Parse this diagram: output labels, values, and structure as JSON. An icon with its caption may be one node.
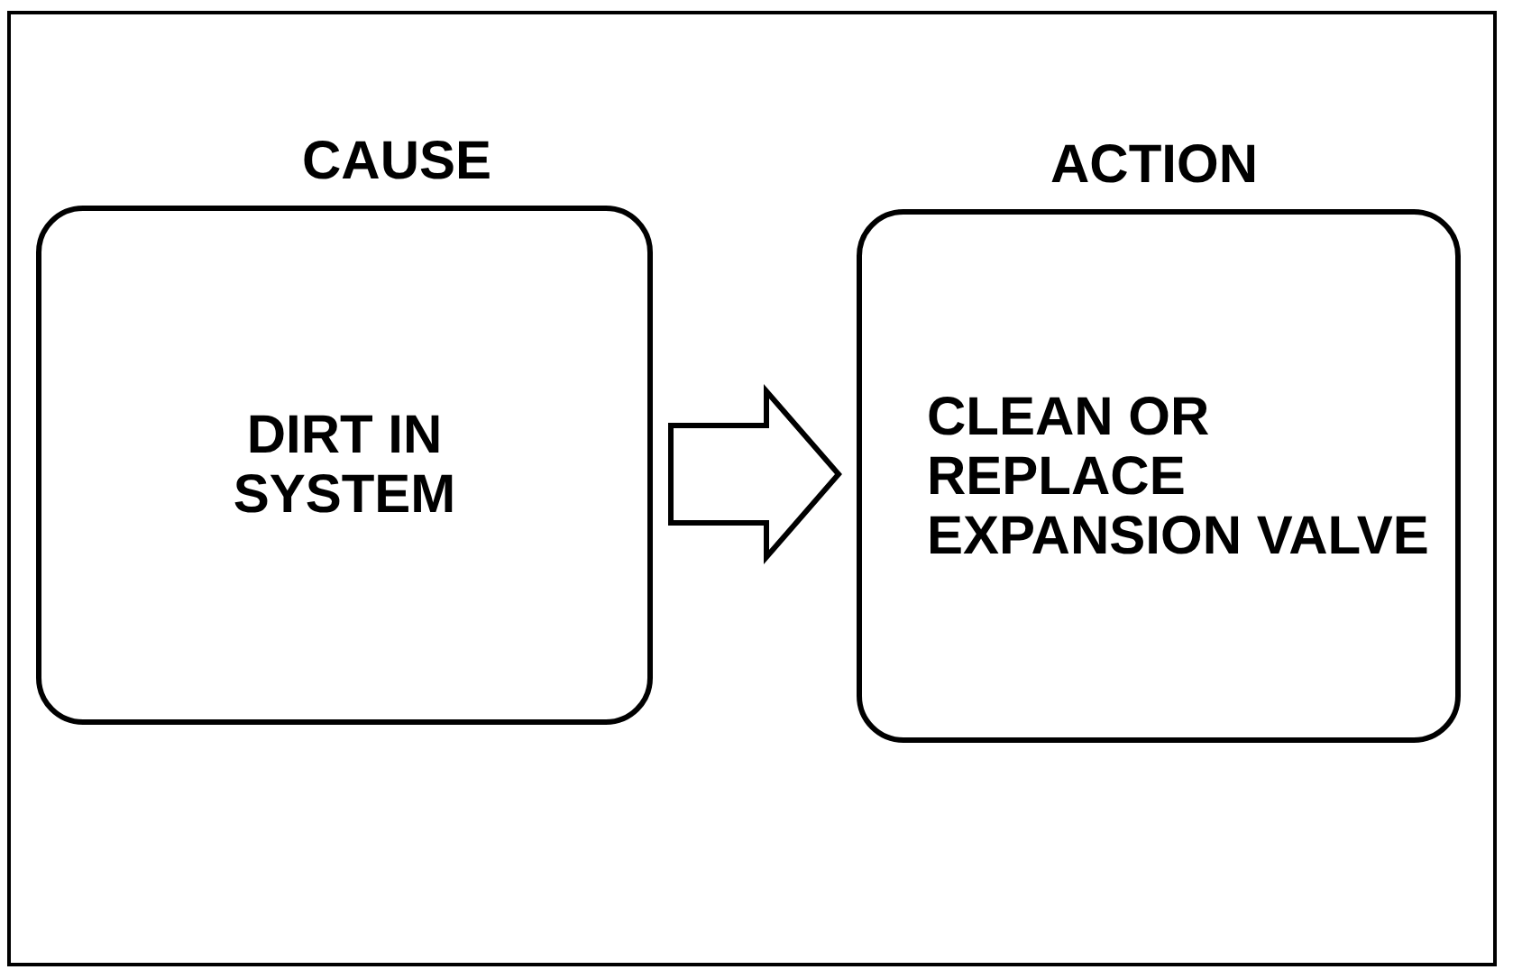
{
  "diagram": {
    "nodes": [
      {
        "text": [
          "CAUSE",
          "DIRT IN SYSTEM"
        ]
      },
      {
        "text": [
          "ACTION",
          "CLEAN OR REPLACE EXPANSION VALVE"
        ]
      }
    ],
    "edges": [
      {
        "from": 0,
        "to": 1,
        "arrow": "to"
      }
    ]
  }
}
